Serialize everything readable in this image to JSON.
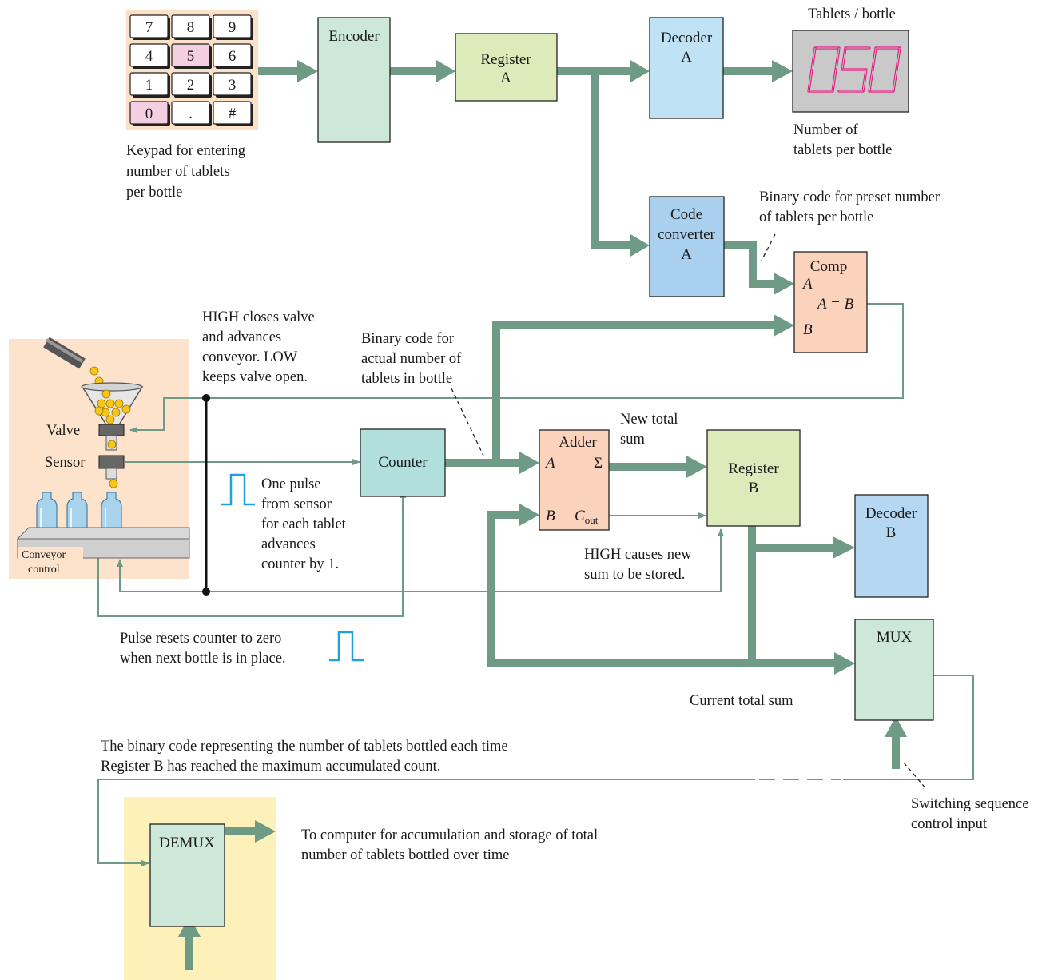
{
  "colors": {
    "bus": "#6f9a86",
    "line": "#6f9a86",
    "pulse": "#1ea1e0",
    "encoder_fill": "#cde8d9",
    "register_a_fill": "#dcebb9",
    "decoder_fill": "#bfe3f5",
    "code_converter_fill": "#a9d1ef",
    "comp_fill": "#fbd3bc",
    "adder_fill": "#fbd3bc",
    "counter_fill": "#b1dfdb",
    "register_b_fill": "#dcebb9",
    "decoder_b_fill": "#b5d7f1",
    "mux_fill": "#cde8d9",
    "demux_fill": "#cde8d9",
    "keypad_bg": "#fce1c9",
    "demux_bg": "#fdf0b9",
    "conveyor_bg": "#fde3cb",
    "display_bg": "#c9c9ca",
    "segment": "#e2187d",
    "tablet": "#f8c51b",
    "bottle": "#a8d3ec"
  },
  "keypad": {
    "keys": [
      "7",
      "8",
      "9",
      "4",
      "5",
      "6",
      "1",
      "2",
      "3",
      "0",
      ".",
      "#"
    ],
    "highlighted": [
      "5",
      "0"
    ],
    "caption": [
      "Keypad for entering",
      "number of tablets",
      "per bottle"
    ]
  },
  "blocks": {
    "encoder": [
      "Encoder"
    ],
    "register_a": [
      "Register",
      "A"
    ],
    "decoder_a": [
      "Decoder",
      "A"
    ],
    "code_converter_a": [
      "Code",
      "converter",
      "A"
    ],
    "comp": {
      "title": "Comp",
      "input_a": "A",
      "output": "A = B",
      "input_b": "B"
    },
    "counter": [
      "Counter"
    ],
    "adder": {
      "title": "Adder",
      "input_a": "A",
      "sum": "Σ",
      "input_b": "B",
      "carry": "C",
      "carry_sub": "out"
    },
    "register_b": [
      "Register",
      "B"
    ],
    "decoder_b": [
      "Decoder",
      "B"
    ],
    "mux": [
      "MUX"
    ],
    "demux": [
      "DEMUX"
    ]
  },
  "display": {
    "title": "Tablets / bottle",
    "digits": "050",
    "caption": [
      "Number of",
      "tablets per bottle"
    ]
  },
  "conveyor": {
    "valve_label": "Valve",
    "sensor_label": "Sensor",
    "control_label": [
      "Conveyor",
      "control"
    ]
  },
  "annotations": {
    "binary_preset": [
      "Binary code for preset number",
      "of tablets per bottle"
    ],
    "high_closes": [
      "HIGH closes valve",
      "and advances",
      "conveyor. LOW",
      "keeps valve open."
    ],
    "binary_actual": [
      "Binary code for",
      "actual number of",
      "tablets in bottle"
    ],
    "new_total": [
      "New total",
      "sum"
    ],
    "one_pulse": [
      "One pulse",
      "from sensor",
      "for each tablet",
      "advances",
      "counter by 1."
    ],
    "high_causes": [
      "HIGH causes new",
      "sum to be stored."
    ],
    "pulse_resets": [
      "Pulse resets counter to zero",
      "when next bottle is in place."
    ],
    "current_total": [
      "Current total sum"
    ],
    "binary_representing": [
      "The binary code representing the number of tablets bottled each time",
      "Register B has reached the maximum accumulated count."
    ],
    "switching": [
      "Switching sequence",
      "control input"
    ],
    "to_computer": [
      "To computer for accumulation and storage of total",
      "number of tablets bottled over time"
    ]
  }
}
